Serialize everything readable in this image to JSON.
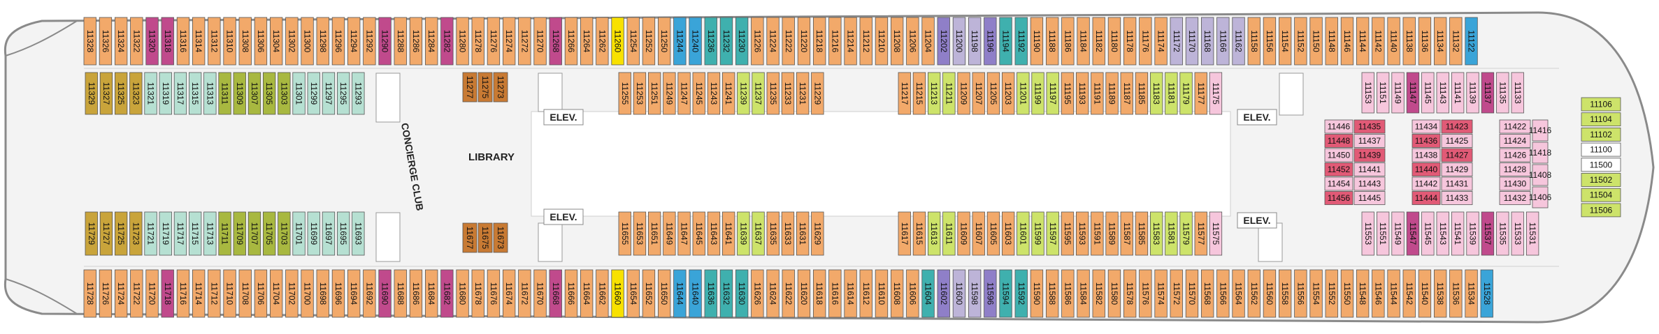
{
  "labels": {
    "elevator": "ELEV.",
    "concierge": "CONCIERGE CLUB",
    "library": "LIBRARY"
  },
  "colors": {
    "hull": "#f0f0f0",
    "hull_stroke": "#8a8a8a",
    "balcony": "#f2a96a",
    "ocean_view": "#b6e0d2",
    "inside": "#e9c68f",
    "pink": "#f6c6dc",
    "red": "#e15a76",
    "yellow": "#f8e100",
    "blue": "#3aa4d8",
    "teal": "#3fb0ae",
    "lime": "#cde36a",
    "purple": "#8f7fc8",
    "lavender": "#bdb4d8",
    "gold": "#c9a43b",
    "magenta": "#c04a8c",
    "olive": "#a8b840",
    "brown": "#c87a33"
  },
  "cabins": {
    "top_outer": [
      "11328",
      "11326",
      "11324",
      "11322",
      "11320",
      "11318",
      "11316",
      "11314",
      "11312",
      "11310",
      "11308",
      "11306",
      "11304",
      "11302",
      "11300",
      "11298",
      "11296",
      "11294",
      "11292",
      "11290",
      "11288",
      "11286",
      "11284",
      "11282",
      "11280",
      "11278",
      "11276",
      "11274",
      "11272",
      "11270",
      "11268",
      "11266",
      "11264",
      "11262",
      "11260",
      "11254",
      "11252",
      "11250",
      "11244",
      "11240",
      "11236",
      "11232",
      "11230",
      "11226",
      "11224",
      "11222",
      "11220",
      "11218",
      "11216",
      "11214",
      "11212",
      "11210",
      "11208",
      "11206",
      "11204",
      "11202",
      "11200",
      "11198",
      "11196",
      "11194",
      "11192",
      "11190",
      "11188",
      "11186",
      "11184",
      "11182",
      "11180",
      "11178",
      "11176",
      "11174",
      "11172",
      "11170",
      "11168",
      "11166",
      "11162",
      "11158",
      "11156",
      "11154",
      "11152",
      "11150",
      "11148",
      "11146",
      "11144",
      "11142",
      "11140",
      "11138",
      "11136",
      "11134",
      "11132",
      "11122"
    ],
    "top_inner_aft": [
      "11329",
      "11327",
      "11325",
      "11323",
      "11321",
      "11319",
      "11317",
      "11315",
      "11313",
      "11311",
      "11309",
      "11307",
      "11305",
      "11303",
      "11301",
      "11299",
      "11297",
      "11295",
      "11293"
    ],
    "top_inner_mid": [
      "11277",
      "11275",
      "11273"
    ],
    "top_inner_fwd1": [
      "11255",
      "11253",
      "11251",
      "11249",
      "11247",
      "11245",
      "11243",
      "11241",
      "11239",
      "11237",
      "11235",
      "11233",
      "11231",
      "11229"
    ],
    "top_inner_fwd2": [
      "11217",
      "11215",
      "11213",
      "11211",
      "11209",
      "11207",
      "11205",
      "11203",
      "11201",
      "11199",
      "11197",
      "11195",
      "11193",
      "11191",
      "11189",
      "11187",
      "11185",
      "11183",
      "11181",
      "11179",
      "11177",
      "11175"
    ],
    "top_inner_bow": [
      "11153",
      "11151",
      "11149",
      "11147",
      "11145",
      "11143",
      "11141",
      "11139",
      "11137",
      "11135",
      "11133"
    ],
    "bot_inner_aft": [
      "11729",
      "11727",
      "11725",
      "11723",
      "11721",
      "11719",
      "11717",
      "11715",
      "11713",
      "11711",
      "11709",
      "11707",
      "11705",
      "11703",
      "11701",
      "11699",
      "11697",
      "11695",
      "11693"
    ],
    "bot_inner_mid": [
      "11677",
      "11675",
      "11673"
    ],
    "bot_inner_fwd1": [
      "11655",
      "11653",
      "11651",
      "11649",
      "11647",
      "11645",
      "11643",
      "11641",
      "11639",
      "11637",
      "11635",
      "11633",
      "11631",
      "11629"
    ],
    "bot_inner_fwd2": [
      "11617",
      "11615",
      "11613",
      "11611",
      "11609",
      "11607",
      "11605",
      "11603",
      "11601",
      "11599",
      "11597",
      "11595",
      "11593",
      "11591",
      "11589",
      "11587",
      "11585",
      "11583",
      "11581",
      "11579",
      "11577",
      "11575"
    ],
    "bot_inner_bow": [
      "11553",
      "11551",
      "11549",
      "11547",
      "11545",
      "11543",
      "11541",
      "11539",
      "11537",
      "11535",
      "11533",
      "11531"
    ],
    "bot_outer": [
      "11728",
      "11726",
      "11724",
      "11722",
      "11720",
      "11718",
      "11716",
      "11714",
      "11712",
      "11710",
      "11708",
      "11706",
      "11704",
      "11702",
      "11700",
      "11698",
      "11696",
      "11694",
      "11692",
      "11690",
      "11688",
      "11686",
      "11684",
      "11682",
      "11680",
      "11678",
      "11676",
      "11674",
      "11672",
      "11670",
      "11668",
      "11666",
      "11664",
      "11662",
      "11660",
      "11654",
      "11652",
      "11650",
      "11644",
      "11640",
      "11636",
      "11632",
      "11630",
      "11626",
      "11624",
      "11622",
      "11620",
      "11618",
      "11616",
      "11614",
      "11612",
      "11610",
      "11608",
      "11606",
      "11604",
      "11602",
      "11600",
      "11598",
      "11596",
      "11594",
      "11592",
      "11590",
      "11588",
      "11586",
      "11584",
      "11582",
      "11580",
      "11578",
      "11576",
      "11574",
      "11572",
      "11570",
      "11568",
      "11566",
      "11564",
      "11562",
      "11560",
      "11558",
      "11556",
      "11554",
      "11552",
      "11550",
      "11548",
      "11546",
      "11544",
      "11542",
      "11540",
      "11538",
      "11536",
      "11534",
      "11528"
    ],
    "suite_col1": [
      "11446",
      "11448",
      "11450",
      "11452",
      "11454",
      "11456"
    ],
    "suite_col2": [
      "11435",
      "11437",
      "11439",
      "11441",
      "11443",
      "11445"
    ],
    "suite_col3": [
      "11434",
      "11436",
      "11438",
      "11440",
      "11442",
      "11444"
    ],
    "suite_col4": [
      "11423",
      "11425",
      "11427",
      "11429",
      "11431",
      "11433"
    ],
    "suite_col5": [
      "11422",
      "11424",
      "11426",
      "11428",
      "11430",
      "11432"
    ],
    "suite_col6": [
      "11416",
      "11418",
      "11408",
      "11406"
    ],
    "bow_right": [
      "11106",
      "11104",
      "11102",
      "11100",
      "11500",
      "11502",
      "11504",
      "11506"
    ]
  }
}
